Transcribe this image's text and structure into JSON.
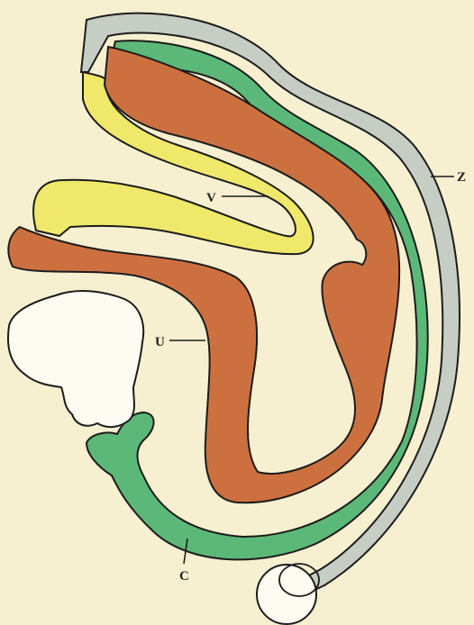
{
  "colors": {
    "background": "#f7f0d0",
    "zona_layer": "#c6cdc4",
    "green_layer": "#5cb878",
    "yellow_layer": "#efe86a",
    "orange_layer": "#cd7040",
    "outline": "#1c1c1c"
  },
  "labels": {
    "z": "Z",
    "v": "V",
    "u": "U",
    "c": "C"
  }
}
